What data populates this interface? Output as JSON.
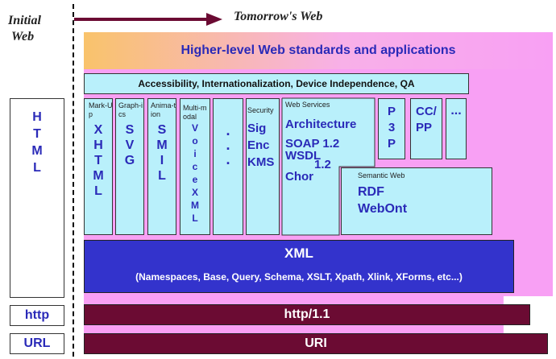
{
  "header": {
    "initial_web_line1": "Initial",
    "initial_web_line2": "Web",
    "tomorrows_web": "Tomorrow's Web"
  },
  "left_column": {
    "html_letters": [
      "H",
      "T",
      "M",
      "L"
    ],
    "http": "http",
    "url": "URL"
  },
  "layers": {
    "higher_level": "Higher-level Web standards and applications",
    "accessibility": "Accessibility, Internationalization, Device Independence, QA",
    "xml_title": "XML",
    "xml_detail": "(Namespaces, Base, Query, Schema, XSLT, Xpath, Xlink, XForms, etc...)",
    "http11": "http/1.1",
    "uri": "URI"
  },
  "columns": {
    "markup": {
      "caption": "Mark-Up",
      "letters": [
        "X",
        "H",
        "T",
        "M",
        "L"
      ]
    },
    "graphics": {
      "caption": "Graph-ics",
      "letters": [
        "S",
        "V",
        "G"
      ]
    },
    "animation": {
      "caption": "Anima-tion",
      "letters": [
        "S",
        "M",
        "I",
        "L"
      ]
    },
    "multimodal": {
      "caption": "Multi-modal",
      "letters": [
        "V",
        "o",
        "i",
        "c",
        "e",
        "X",
        "M",
        "L"
      ]
    },
    "dots": {
      "letters": [
        ".",
        ".",
        "."
      ]
    },
    "security": {
      "caption": "Security",
      "lines": [
        "Sig",
        "Enc",
        "KMS"
      ]
    },
    "web_services": {
      "caption": "Web Services",
      "architecture": "Architecture",
      "soap": "SOAP 1.2",
      "wsdl": "WSDL",
      "wsdl_ver": "1.2",
      "chor": "Chor"
    },
    "p3p": {
      "letters": [
        "P",
        "3",
        "P"
      ]
    },
    "ccpp": {
      "line1": "CC/",
      "line2": "PP"
    },
    "more": "...",
    "semantic_web": {
      "caption": "Semantic Web",
      "rdf": "RDF",
      "webont": "WebOnt"
    }
  },
  "colors": {
    "accent_text": "#2a2ab8",
    "xml_band": "#3333cc",
    "dark_band": "#6b0b33",
    "light_box": "#b9f0fb",
    "orange": "#f9c36b",
    "pink": "#f8a0f4"
  }
}
